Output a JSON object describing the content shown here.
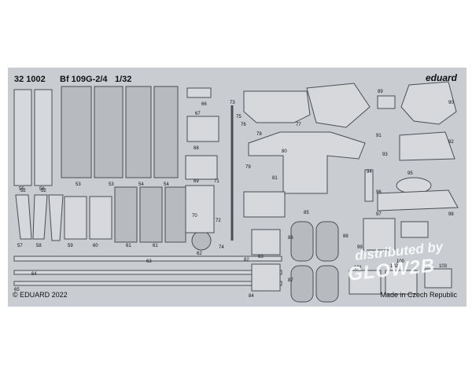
{
  "sheet": {
    "kit_number": "32 1002",
    "model_name": "Bf 109G-2/4",
    "scale": "1/32",
    "brand": "eduard",
    "copyright": "© EDUARD 2022",
    "origin": "Made in Czech Republic"
  },
  "watermark": {
    "line1": "distributed by",
    "line2": "GLOW2B"
  },
  "part_numbers": [
    "52",
    "52",
    "53",
    "53",
    "54",
    "54",
    "55",
    "56",
    "57",
    "58",
    "59",
    "60",
    "61",
    "61",
    "62",
    "63",
    "64",
    "65",
    "66",
    "67",
    "68",
    "69",
    "70",
    "71",
    "72",
    "73",
    "74",
    "75",
    "76",
    "77",
    "78",
    "79",
    "80",
    "81",
    "82",
    "83",
    "84",
    "85",
    "86",
    "87",
    "88",
    "89",
    "90",
    "91",
    "92",
    "93",
    "94",
    "95",
    "96",
    "97",
    "98",
    "99",
    "100",
    "101",
    "102",
    "103"
  ],
  "colors": {
    "fret": "#c9ccd0",
    "outline": "#4b4f54",
    "dark": "#6b6f75"
  }
}
